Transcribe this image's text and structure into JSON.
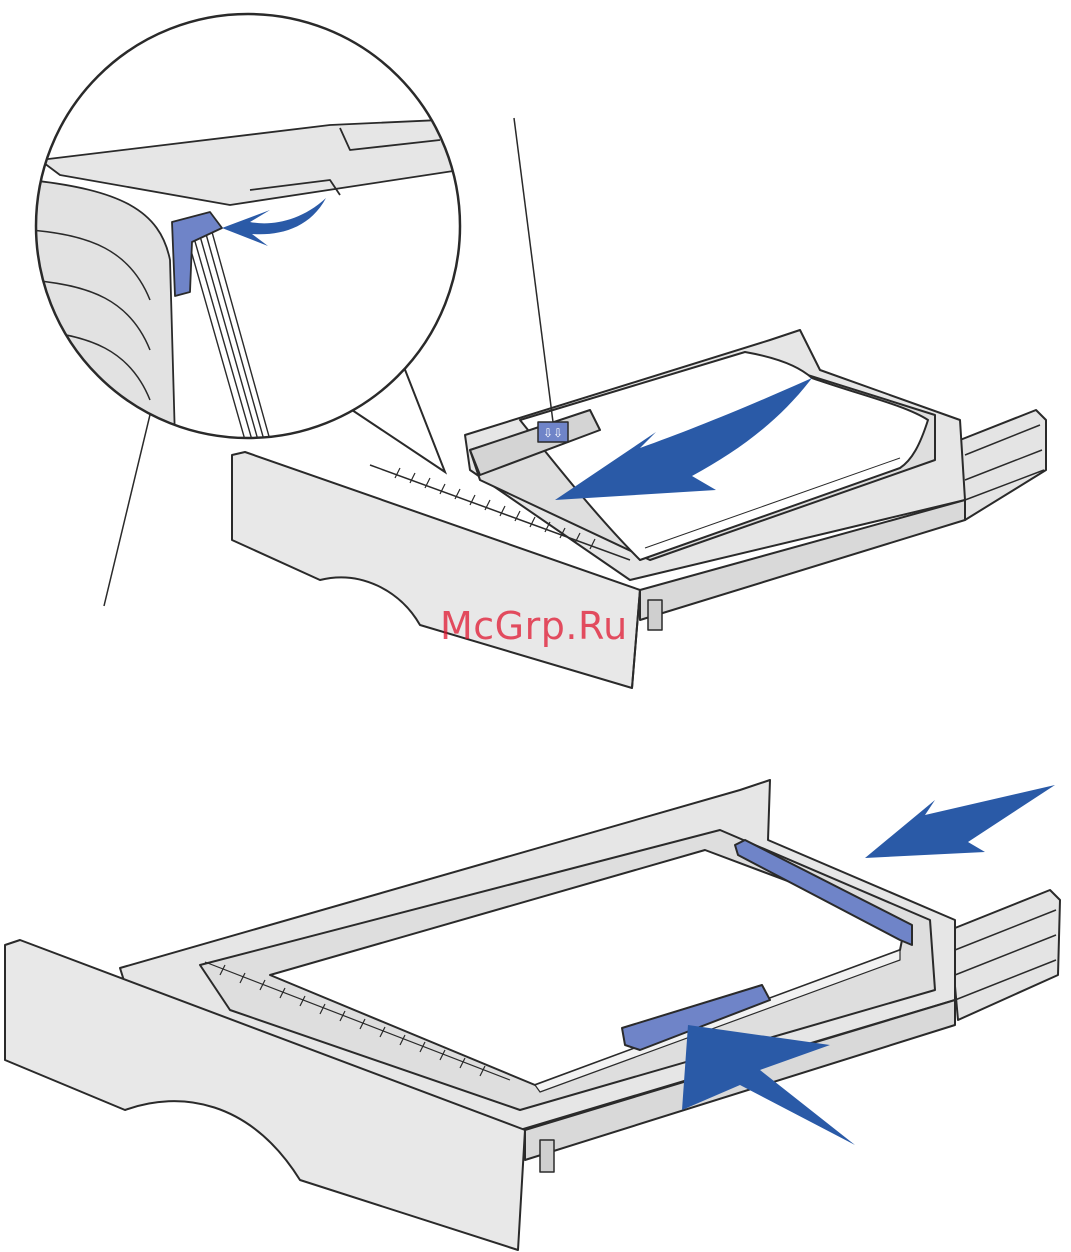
{
  "watermark": "McGrp.Ru",
  "colors": {
    "tray_fill": "#e8e8e8",
    "tray_side": "#d9d9d9",
    "outline": "#2a2a2a",
    "paper": "#ffffff",
    "guide_blue": "#6f84c8",
    "arrow_blue": "#2a5aa7",
    "watermark_red": "#e0102a"
  },
  "figures": [
    {
      "name": "load-paper",
      "arrows": [
        "insert-paper-arrow",
        "latch-arrow"
      ]
    },
    {
      "name": "adjust-guides",
      "arrows": [
        "push-tray-arrow",
        "slide-guide-arrow"
      ]
    }
  ]
}
